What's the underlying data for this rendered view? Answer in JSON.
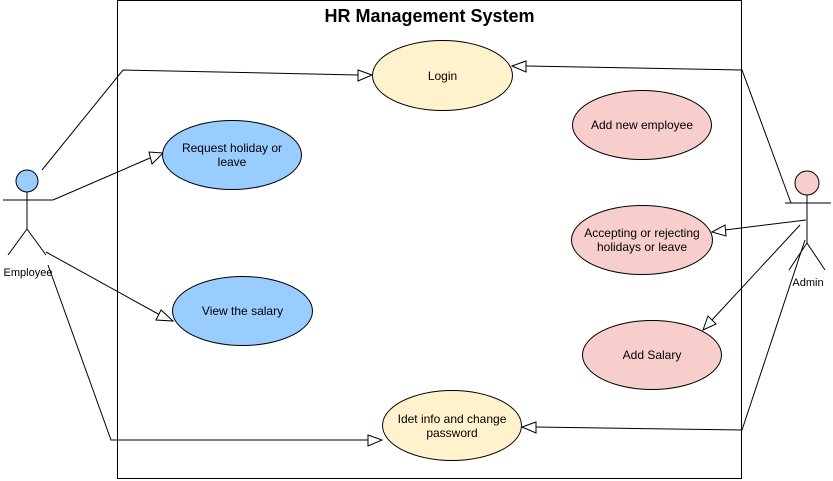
{
  "system": {
    "title": "HR Management System"
  },
  "actors": {
    "employee": {
      "label": "Employee",
      "color": "#99ccff"
    },
    "admin": {
      "label": "Admin",
      "color": "#f8cecc"
    }
  },
  "use_cases": {
    "login": {
      "label": "Login",
      "color": "#fff2cc"
    },
    "request_holiday": {
      "label": "Request holiday or leave",
      "color": "#99ccff"
    },
    "view_salary": {
      "label": "View the salary",
      "color": "#99ccff"
    },
    "add_employee": {
      "label": "Add new employee",
      "color": "#f8cecc"
    },
    "accept_reject": {
      "label": "Accepting or rejecting holidays or leave",
      "color": "#f8cecc"
    },
    "add_salary": {
      "label": "Add Salary",
      "color": "#f8cecc"
    },
    "edit_info": {
      "label": "Idet info and change password",
      "color": "#fff2cc"
    }
  }
}
